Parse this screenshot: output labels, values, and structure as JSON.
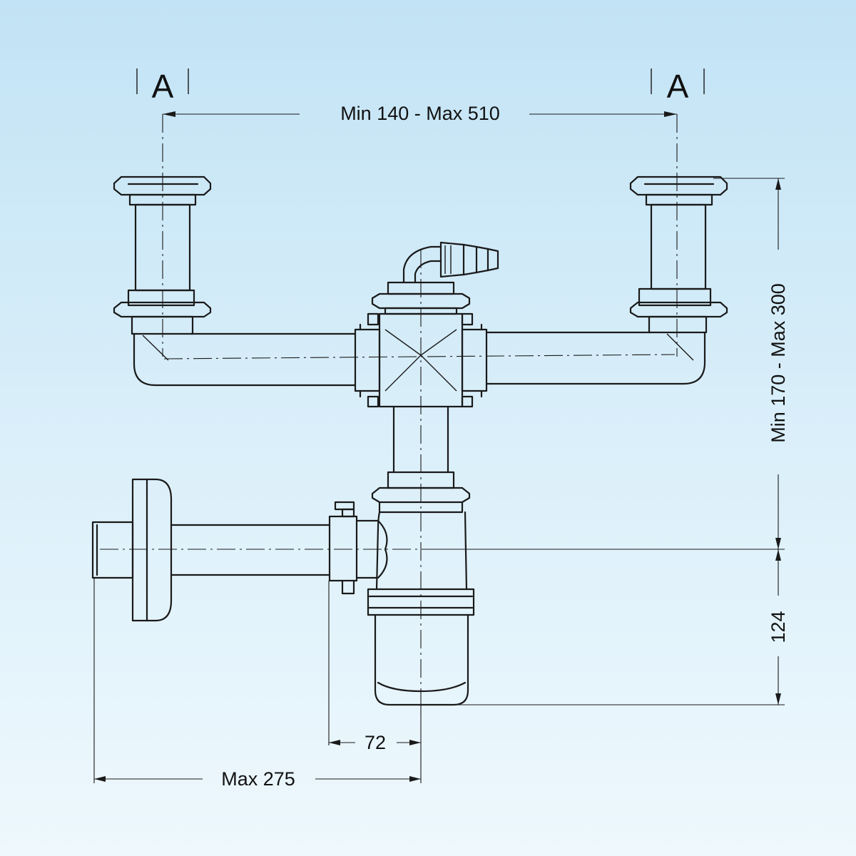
{
  "section_marks": {
    "left": "A",
    "right": "A"
  },
  "dimensions": {
    "top_spacing": "Min 140 - Max 510",
    "height_range": "Min 170 - Max 300",
    "trap_height": "124",
    "outlet_offset": "72",
    "max_reach": "Max 275"
  },
  "colors": {
    "background_top": "#c2e3f5",
    "background_bottom": "#eef8fd",
    "line": "#1a1a1a"
  }
}
